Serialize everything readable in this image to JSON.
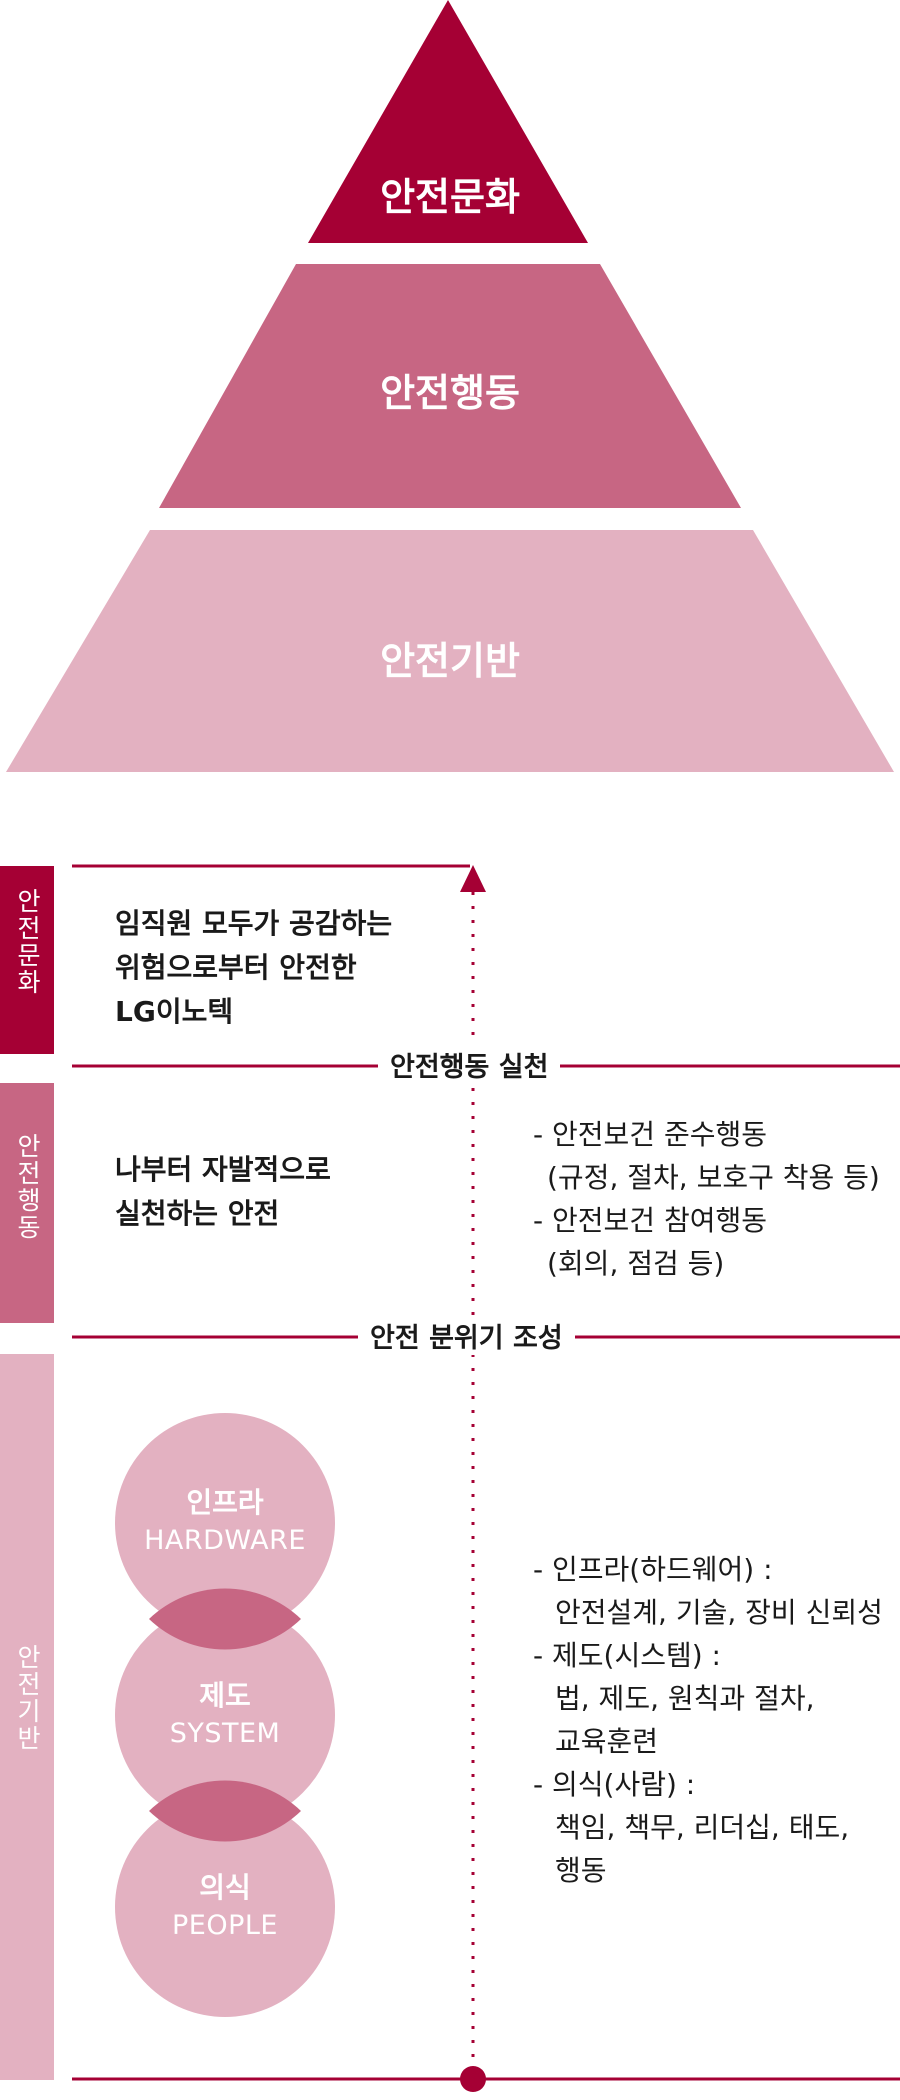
{
  "colors": {
    "dark": "#a50034",
    "mid": "#c76683",
    "light": "#e3b1c1",
    "circle": "#e3b1c1",
    "overlap": "#c76683",
    "text": "#1a1a1a"
  },
  "pyramid": {
    "top": "안전문화",
    "middle": "안전행동",
    "bottom": "안전기반"
  },
  "side_labels": {
    "culture": "안전문화",
    "behavior": "안전행동",
    "foundation": "안전기반"
  },
  "culture": {
    "lines": [
      "임직원 모두가 공감하는",
      "위험으로부터 안전한",
      "LG이노텍"
    ]
  },
  "divider_labels": {
    "practice": "안전행동 실천",
    "atmosphere": "안전 분위기 조성"
  },
  "behavior": {
    "lead": [
      "나부터 자발적으로",
      "실천하는 안전"
    ],
    "items": [
      "- 안전보건 준수행동",
      "  (규정, 절차, 보호구 착용 등)",
      "- 안전보건 참여행동",
      "  (회의, 점검 등)"
    ]
  },
  "foundation": {
    "circles": [
      {
        "ko": "인프라",
        "en": "HARDWARE"
      },
      {
        "ko": "제도",
        "en": "SYSTEM"
      },
      {
        "ko": "의식",
        "en": "PEOPLE"
      }
    ],
    "items": [
      "- 인프라(하드웨어) :",
      "   안전설계, 기술, 장비 신뢰성",
      "- 제도(시스템) :",
      "   법, 제도, 원칙과 절차,",
      "   교육훈련",
      "- 의식(사람) :",
      "   책임, 책무, 리더십, 태도,",
      "   행동"
    ]
  }
}
